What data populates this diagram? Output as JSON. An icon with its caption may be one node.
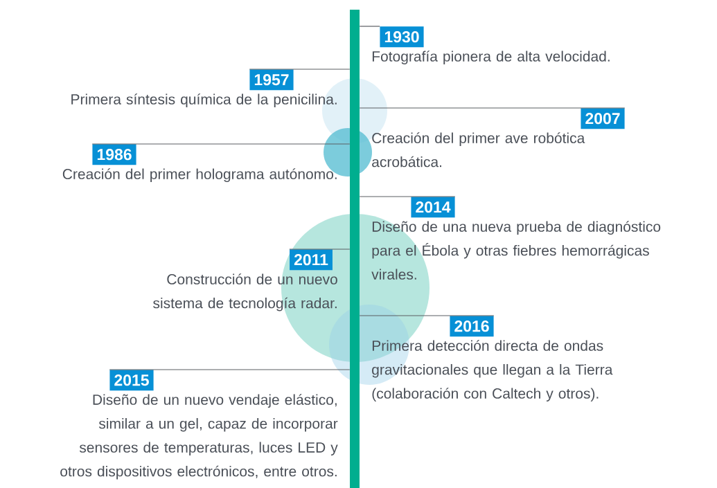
{
  "diagram": {
    "nodes": [
      {
        "text": [],
        "shape": "bar"
      },
      {
        "text": [
          "1930",
          "Fotografía pionera de alta velocidad."
        ]
      },
      {
        "text": [
          "1957",
          "Primera síntesis química de la penicilina."
        ]
      },
      {
        "text": [
          "2007",
          "Creación del primer ave robótica acrobática."
        ]
      },
      {
        "text": [
          "1986",
          "Creación del primer holograma autónomo."
        ]
      },
      {
        "text": [
          "2014",
          "Diseño de una nueva prueba de diagnóstico para el Ébola y otras fiebres hemorrágicas virales."
        ]
      },
      {
        "text": [
          "2011",
          "Construcción de un nuevo sistema de tecnología radar."
        ]
      },
      {
        "text": [
          "2016",
          "Primera detección directa de ondas gravitacionales que llegan a la Tierra (colaboración con Caltech y otros)."
        ]
      },
      {
        "text": [
          "2015",
          "Diseño de un nuevo vendaje elástico, similar a un gel, capaz de incorporar sensores de temperaturas, luces LED y otros dispositivos electrónicos, entre otros."
        ]
      }
    ],
    "edges": [
      {
        "from": 0,
        "to": 1,
        "arrow": "none"
      },
      {
        "from": 0,
        "to": 2,
        "arrow": "none"
      },
      {
        "from": 0,
        "to": 3,
        "arrow": "none"
      },
      {
        "from": 0,
        "to": 4,
        "arrow": "none"
      },
      {
        "from": 0,
        "to": 5,
        "arrow": "none"
      },
      {
        "from": 0,
        "to": 6,
        "arrow": "none"
      },
      {
        "from": 0,
        "to": 7,
        "arrow": "none"
      },
      {
        "from": 0,
        "to": 8,
        "arrow": "none"
      }
    ]
  }
}
